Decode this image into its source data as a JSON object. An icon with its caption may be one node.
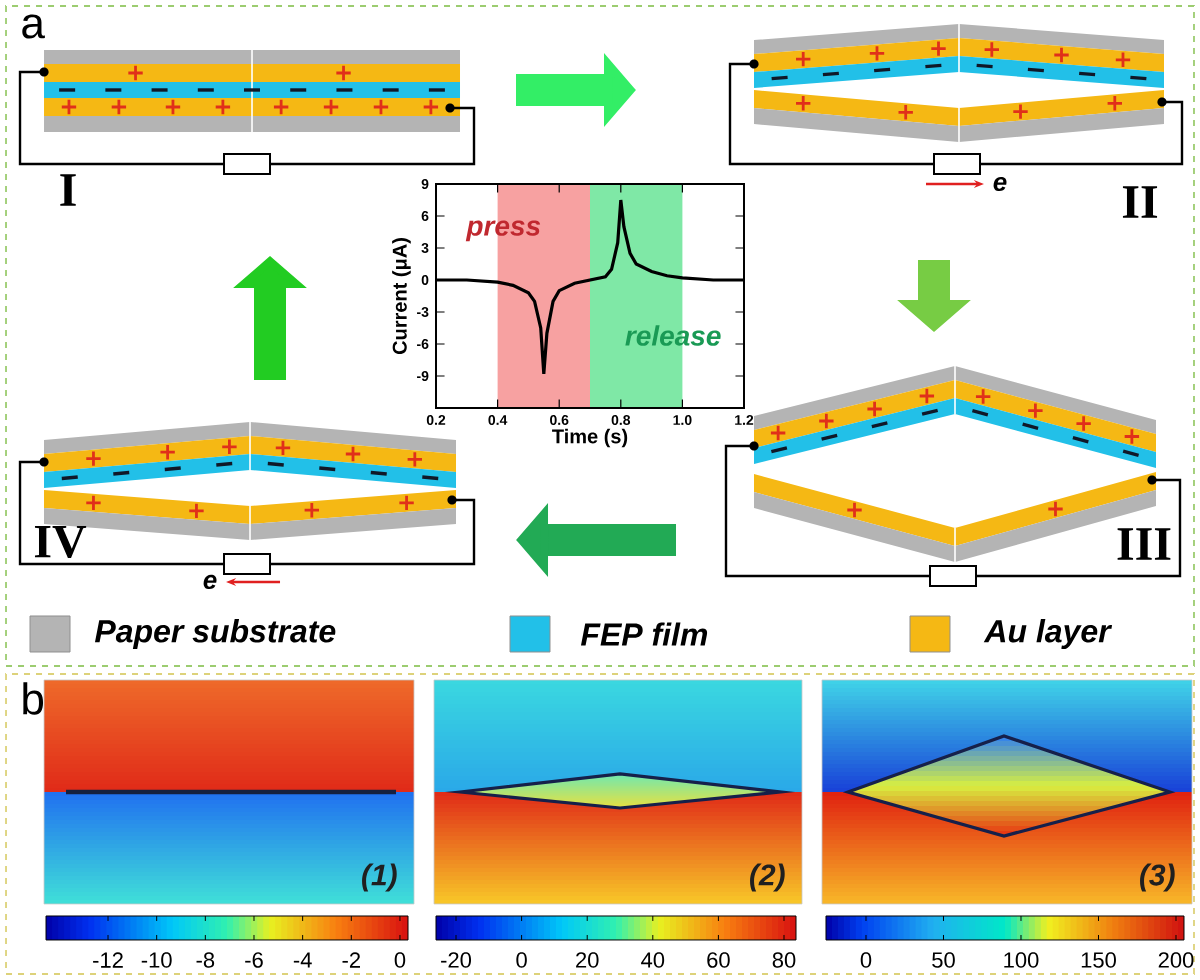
{
  "diagram": {
    "nodes": [
      {
        "text": [
          "a"
        ]
      },
      {
        "text": [
          "I"
        ],
        "in": 0
      },
      {
        "text": [
          "II"
        ],
        "in": 0
      },
      {
        "text": [
          "III"
        ],
        "in": 0
      },
      {
        "text": [
          "IV"
        ],
        "in": 0
      },
      {
        "text": [
          "b"
        ]
      },
      {
        "text": [
          "(1)"
        ],
        "in": 5
      },
      {
        "text": [
          "(2)"
        ],
        "in": 5
      },
      {
        "text": [
          "(3)"
        ],
        "in": 5
      }
    ],
    "edges": [
      {
        "from": 1,
        "to": 2,
        "arrow": "to",
        "color": "#33ee66"
      },
      {
        "from": 2,
        "to": 3,
        "arrow": "to",
        "color": "#77cc44"
      },
      {
        "from": 3,
        "to": 4,
        "arrow": "to",
        "color": "#22aa55"
      },
      {
        "from": 4,
        "to": 1,
        "arrow": "to",
        "color": "#22cc22"
      }
    ],
    "labels": [
      "e",
      "e",
      "-12",
      "-10",
      "-8",
      "-6",
      "-4",
      "-2",
      "0",
      "-20",
      "0",
      "20",
      "40",
      "60",
      "80",
      "0",
      "50",
      "100",
      "150",
      "200"
    ],
    "legend": [
      {
        "text": "Paper substrate",
        "color": "#b4b4b4"
      },
      {
        "text": "FEP film",
        "color": "#22c0e8"
      },
      {
        "text": "Au layer",
        "color": "#f5b814"
      }
    ],
    "chart_data": {
      "type": "line",
      "xlabel": "Time (s)",
      "ylabel": "Current (μA)",
      "x": [
        0.2,
        0.3,
        0.4,
        0.45,
        0.5,
        0.52,
        0.54,
        0.55,
        0.56,
        0.58,
        0.6,
        0.65,
        0.7,
        0.75,
        0.77,
        0.79,
        0.8,
        0.81,
        0.83,
        0.85,
        0.9,
        0.95,
        1.0,
        1.1,
        1.2
      ],
      "values": [
        0,
        0,
        -0.2,
        -0.5,
        -1.2,
        -2,
        -4.5,
        -8.8,
        -5,
        -2,
        -1,
        -0.3,
        0,
        0.3,
        1,
        3.5,
        7.5,
        5,
        2.5,
        1.5,
        0.8,
        0.4,
        0.2,
        0,
        0
      ],
      "xlim": [
        0.2,
        1.2
      ],
      "ylim": [
        -12,
        9
      ],
      "xticks": [
        0.2,
        0.4,
        0.6,
        0.8,
        {
          "value": 1,
          "label": "1.0"
        },
        1.2
      ],
      "yticks": [
        -9,
        -6,
        -3,
        0,
        3,
        6,
        9
      ],
      "bands": [
        {
          "axis": "x",
          "from": 0.4,
          "to": 0.7,
          "color": "#f7a1a1"
        },
        {
          "axis": "x",
          "from": 0.7,
          "to": 1.0,
          "color": "#7fe8a6"
        }
      ],
      "annotations": [
        "press",
        "release"
      ]
    }
  }
}
